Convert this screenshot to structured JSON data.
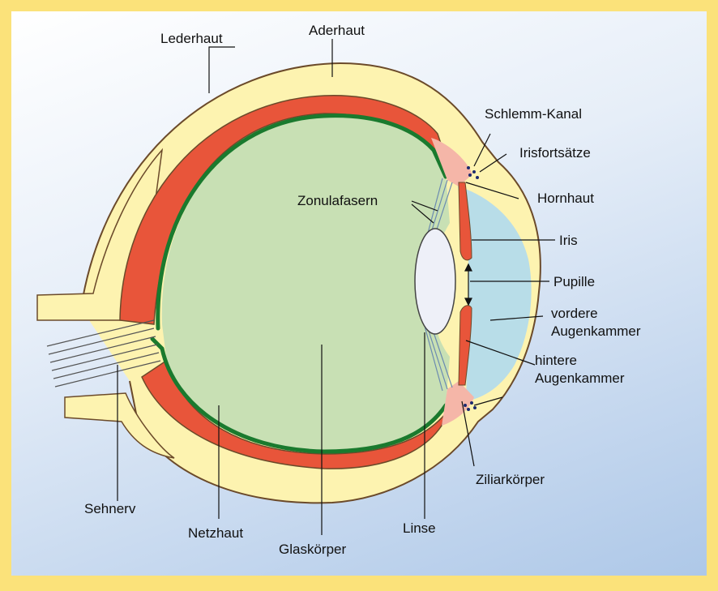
{
  "labels": {
    "lederhaut": "Lederhaut",
    "aderhaut": "Aderhaut",
    "schlemm_kanal": "Schlemm-Kanal",
    "irisfortsaetze": "Irisfortsätze",
    "zonulafasern": "Zonulafasern",
    "hornhaut": "Hornhaut",
    "iris": "Iris",
    "pupille": "Pupille",
    "vordere_1": "vordere",
    "vordere_2": "Augenkammer",
    "hintere_1": "hintere",
    "hintere_2": "Augenkammer",
    "ziliarkoerper": "Ziliarkörper",
    "sehnerv": "Sehnerv",
    "netzhaut": "Netzhaut",
    "glaskoerper": "Glaskörper",
    "linse": "Linse"
  },
  "colors": {
    "frame": "#fbe27a",
    "sclera": "#fdf3b0",
    "choroid": "#e8553a",
    "retina": "#1a7a2e",
    "vitreous": "#c8e0b4",
    "lens": "#eef0f8",
    "iris": "#e8553a",
    "anterior_chamber": "#b8dde8",
    "ciliary": "#f5b6a8",
    "nerve_lines": "#666666"
  }
}
